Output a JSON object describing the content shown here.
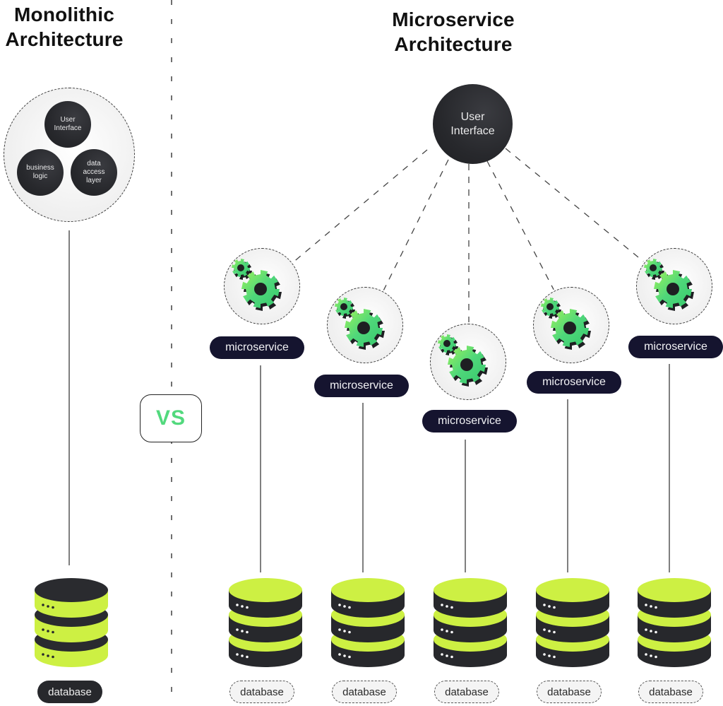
{
  "monolithic": {
    "title_line1": "Monolithic",
    "title_line2": "Architecture",
    "components": [
      {
        "name": "user-interface",
        "lines": [
          "User",
          "Interface"
        ]
      },
      {
        "name": "business-logic",
        "lines": [
          "business",
          "logic"
        ]
      },
      {
        "name": "data-access-layer",
        "lines": [
          "data",
          "access",
          "layer"
        ]
      }
    ],
    "database_label": "database"
  },
  "divider": {
    "vs_label": "VS"
  },
  "microservice": {
    "title_line1": "Microservice",
    "title_line2": "Architecture",
    "user_interface": {
      "line1": "User",
      "line2": "Interface"
    },
    "services": [
      {
        "label": "microservice",
        "database_label": "database"
      },
      {
        "label": "microservice",
        "database_label": "database"
      },
      {
        "label": "microservice",
        "database_label": "database"
      },
      {
        "label": "microservice",
        "database_label": "database"
      },
      {
        "label": "microservice",
        "database_label": "database"
      }
    ]
  },
  "colors": {
    "dark": "#27282c",
    "lime": "#cdf043",
    "gear_green": "#4fd77a",
    "gear_light": "#8ef05a",
    "pill_navy": "#15142f",
    "vs_green": "#52d97d"
  }
}
